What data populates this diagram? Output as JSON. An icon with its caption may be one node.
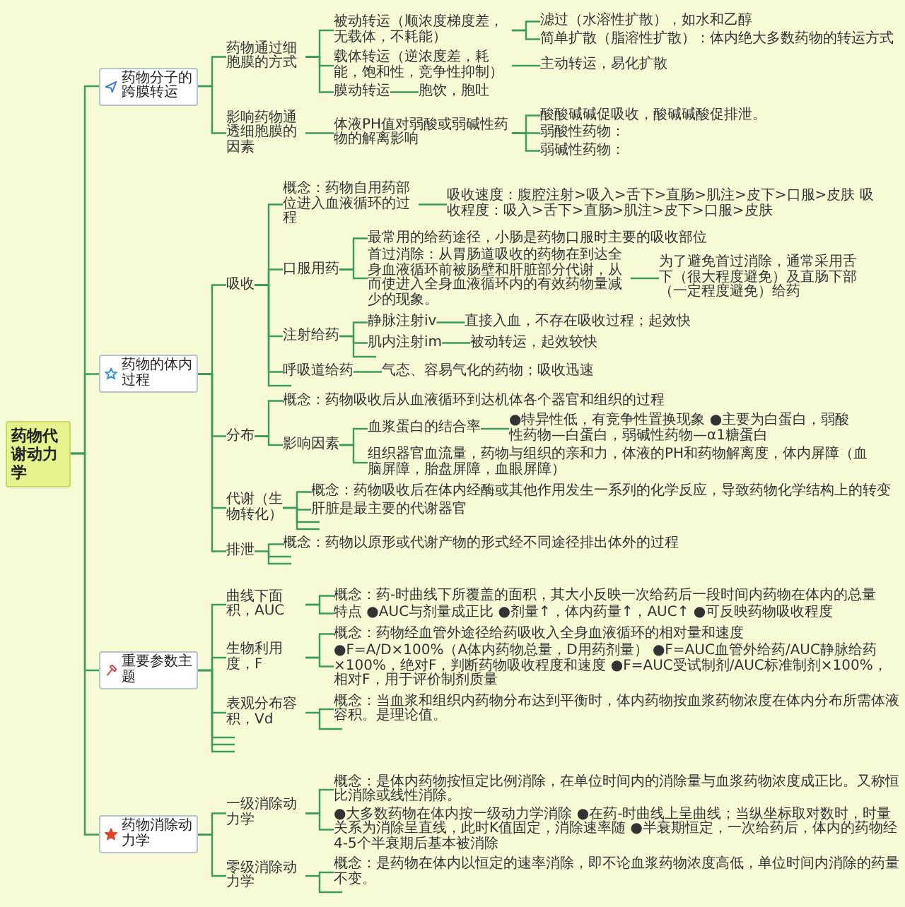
{
  "diagram": {
    "nodes": [
      {
        "text": [
          "药物代谢动力学"
        ]
      },
      {
        "text": [
          "药物分子的跨膜转运"
        ]
      },
      {
        "text": [
          "药物通过细胞膜的方式"
        ]
      },
      {
        "text": [
          "被动转运（顺浓度梯度差，无载体，不耗能）"
        ]
      },
      {
        "text": [
          "滤过（水溶性扩散），如水和乙醇"
        ]
      },
      {
        "text": [
          "简单扩散（脂溶性扩散）：体内绝大多数药物的转运方式"
        ]
      },
      {
        "text": [
          "载体转运（逆浓度差，耗能，饱和性，竞争性抑制）"
        ]
      },
      {
        "text": [
          "主动转运，易化扩散"
        ]
      },
      {
        "text": [
          "膜动转运"
        ]
      },
      {
        "text": [
          "胞饮，胞吐"
        ]
      },
      {
        "text": [
          "影响药物通透细胞膜的因素"
        ]
      },
      {
        "text": [
          "体液PH值对弱酸或弱碱性药物的解离影响"
        ]
      },
      {
        "text": [
          "酸酸碱碱促吸收，酸碱碱酸促排泄。"
        ]
      },
      {
        "text": [
          "弱酸性药物："
        ]
      },
      {
        "text": [
          "弱碱性药物："
        ]
      },
      {
        "text": [
          "药物的体内过程"
        ]
      },
      {
        "text": [
          "吸收"
        ]
      },
      {
        "text": [
          "概念：药物自用药部位进入血液循环的过程"
        ]
      },
      {
        "text": [
          "吸收速度：腹腔注射>吸入>舌下>直肠>肌注>皮下>口服>皮肤 吸收程度：吸入>舌下>直肠>肌注>皮下>口服>皮肤"
        ]
      },
      {
        "text": [
          "口服用药"
        ]
      },
      {
        "text": [
          "最常用的给药途径，小肠是药物口服时主要的吸收部位"
        ]
      },
      {
        "text": [
          "首过消除：从胃肠道吸收的药物在到达全身血液循环前被肠壁和肝脏部分代谢，从而使进入全身血液循环内的有效药物量减少的现象。"
        ]
      },
      {
        "text": [
          "为了避免首过消除，通常采用舌下（很大程度避免）及直肠下部（一定程度避免）给药"
        ]
      },
      {
        "text": [
          "注射给药"
        ]
      },
      {
        "text": [
          "静脉注射iv"
        ]
      },
      {
        "text": [
          "直接入血，不存在吸收过程；起效快"
        ]
      },
      {
        "text": [
          "肌内注射im"
        ]
      },
      {
        "text": [
          "被动转运，起效较快"
        ]
      },
      {
        "text": [
          "呼吸道给药"
        ]
      },
      {
        "text": [
          "气态、容易气化的药物；吸收迅速"
        ]
      },
      {
        "text": [
          "分布"
        ]
      },
      {
        "text": [
          "概念：药物吸收后从血液循环到达机体各个器官和组织的过程"
        ]
      },
      {
        "text": [
          "影响因素"
        ]
      },
      {
        "text": [
          "血浆蛋白的结合率"
        ]
      },
      {
        "text": [
          "●特异性低，有竞争性置换现象 ●主要为白蛋白，弱酸性药物—白蛋白，弱碱性药物—α1糖蛋白"
        ]
      },
      {
        "text": [
          "组织器官血流量，药物与组织的亲和力，体液的PH和药物解离度，体内屏障（血脑屏障，胎盘屏障，血眼屏障）"
        ]
      },
      {
        "text": [
          "代谢（生物转化）"
        ]
      },
      {
        "text": [
          "概念：药物吸收后在体内经酶或其他作用发生一系列的化学反应，导致药物化学结构上的转变"
        ]
      },
      {
        "text": [
          "肝脏是最主要的代谢器官"
        ]
      },
      {
        "text": [
          "排泄"
        ]
      },
      {
        "text": [
          "概念：药物以原形或代谢产物的形式经不同途径排出体外的过程"
        ]
      },
      {
        "text": [
          "重要参数主题"
        ]
      },
      {
        "text": [
          "曲线下面积，AUC"
        ]
      },
      {
        "text": [
          "概念：药-时曲线下所覆盖的面积，其大小反映一次给药后一段时间内药物在体内的总量"
        ]
      },
      {
        "text": [
          "特点 ●AUC与剂量成正比 ●剂量↑，体内药量↑，AUC↑ ●可反映药物吸收程度"
        ]
      },
      {
        "text": [
          "生物利用度，F"
        ]
      },
      {
        "text": [
          "概念：药物经血管外途径给药吸收入全身血液循环的相对量和速度"
        ]
      },
      {
        "text": [
          "●F=A/D×100%（A体内药物总量，D用药剂量） ●F=AUC血管外给药/AUC静脉给药×100%，绝对F，判断药物吸收程度和速度 ●F=AUC受试制剂/AUC标准制剂×100%，相对F，用于评价制剂质量"
        ]
      },
      {
        "text": [
          "表观分布容积，Vd"
        ]
      },
      {
        "text": [
          "概念：当血浆和组织内药物分布达到平衡时，体内药物按血浆药物浓度在体内分布所需体液容积。是理论值。"
        ]
      },
      {
        "text": [
          "药物消除动力学"
        ]
      },
      {
        "text": [
          "一级消除动力学"
        ]
      },
      {
        "text": [
          "概念：是体内药物按恒定比例消除，在单位时间内的消除量与血浆药物浓度成正比。又称恒比消除或线性消除。"
        ]
      },
      {
        "text": [
          "●大多数药物在体内按一级动力学消除 ●在药-时曲线上呈曲线；当纵坐标取对数时，时量关系为消除呈直线，此时K值固定，消除速率随 ●半衰期恒定，一次给药后，体内的药物经4-5个半衰期后基本被消除"
        ]
      },
      {
        "text": [
          "零级消除动力学"
        ]
      },
      {
        "text": [
          "概念：是药物在体内以恒定的速率消除，即不论血浆药物浓度高低，单位时间内消除的药量不变。"
        ]
      }
    ],
    "edges": [
      {
        "from": 0,
        "to": 1,
        "arrow": "none"
      },
      {
        "from": 1,
        "to": 2,
        "arrow": "none"
      },
      {
        "from": 2,
        "to": 3,
        "arrow": "none"
      },
      {
        "from": 3,
        "to": 4,
        "arrow": "none"
      },
      {
        "from": 3,
        "to": 5,
        "arrow": "none"
      },
      {
        "from": 2,
        "to": 6,
        "arrow": "none"
      },
      {
        "from": 6,
        "to": 7,
        "arrow": "none"
      },
      {
        "from": 2,
        "to": 8,
        "arrow": "none"
      },
      {
        "from": 8,
        "to": 9,
        "arrow": "none"
      },
      {
        "from": 1,
        "to": 10,
        "arrow": "none"
      },
      {
        "from": 10,
        "to": 11,
        "arrow": "none"
      },
      {
        "from": 11,
        "to": 12,
        "arrow": "none"
      },
      {
        "from": 11,
        "to": 13,
        "arrow": "none"
      },
      {
        "from": 11,
        "to": 14,
        "arrow": "none"
      },
      {
        "from": 0,
        "to": 15,
        "arrow": "none"
      },
      {
        "from": 15,
        "to": 16,
        "arrow": "none"
      },
      {
        "from": 16,
        "to": 17,
        "arrow": "none"
      },
      {
        "from": 17,
        "to": 18,
        "arrow": "none"
      },
      {
        "from": 16,
        "to": 19,
        "arrow": "none"
      },
      {
        "from": 19,
        "to": 20,
        "arrow": "none"
      },
      {
        "from": 19,
        "to": 21,
        "arrow": "none"
      },
      {
        "from": 21,
        "to": 22,
        "arrow": "none"
      },
      {
        "from": 16,
        "to": 23,
        "arrow": "none"
      },
      {
        "from": 23,
        "to": 24,
        "arrow": "none"
      },
      {
        "from": 24,
        "to": 25,
        "arrow": "none"
      },
      {
        "from": 23,
        "to": 26,
        "arrow": "none"
      },
      {
        "from": 26,
        "to": 27,
        "arrow": "none"
      },
      {
        "from": 16,
        "to": 28,
        "arrow": "none"
      },
      {
        "from": 28,
        "to": 29,
        "arrow": "none"
      },
      {
        "from": 15,
        "to": 30,
        "arrow": "none"
      },
      {
        "from": 30,
        "to": 31,
        "arrow": "none"
      },
      {
        "from": 30,
        "to": 32,
        "arrow": "none"
      },
      {
        "from": 32,
        "to": 33,
        "arrow": "none"
      },
      {
        "from": 33,
        "to": 34,
        "arrow": "none"
      },
      {
        "from": 32,
        "to": 35,
        "arrow": "none"
      },
      {
        "from": 15,
        "to": 36,
        "arrow": "none"
      },
      {
        "from": 36,
        "to": 37,
        "arrow": "none"
      },
      {
        "from": 36,
        "to": 38,
        "arrow": "none"
      },
      {
        "from": 15,
        "to": 39,
        "arrow": "none"
      },
      {
        "from": 39,
        "to": 40,
        "arrow": "none"
      },
      {
        "from": 0,
        "to": 41,
        "arrow": "none"
      },
      {
        "from": 41,
        "to": 42,
        "arrow": "none"
      },
      {
        "from": 42,
        "to": 43,
        "arrow": "none"
      },
      {
        "from": 42,
        "to": 44,
        "arrow": "none"
      },
      {
        "from": 41,
        "to": 45,
        "arrow": "none"
      },
      {
        "from": 45,
        "to": 46,
        "arrow": "none"
      },
      {
        "from": 45,
        "to": 47,
        "arrow": "none"
      },
      {
        "from": 41,
        "to": 48,
        "arrow": "none"
      },
      {
        "from": 48,
        "to": 49,
        "arrow": "none"
      },
      {
        "from": 0,
        "to": 50,
        "arrow": "none"
      },
      {
        "from": 50,
        "to": 51,
        "arrow": "none"
      },
      {
        "from": 51,
        "to": 52,
        "arrow": "none"
      },
      {
        "from": 51,
        "to": 53,
        "arrow": "none"
      },
      {
        "from": 50,
        "to": 54,
        "arrow": "none"
      },
      {
        "from": 54,
        "to": 55,
        "arrow": "none"
      }
    ]
  }
}
